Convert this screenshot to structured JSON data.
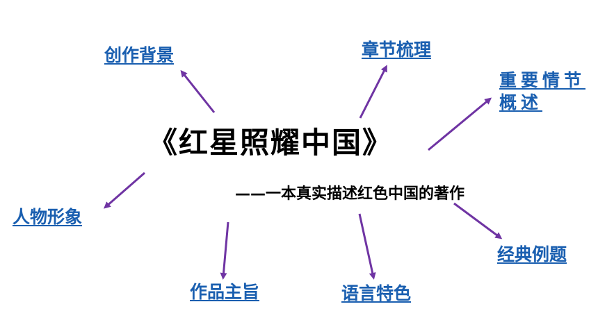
{
  "title": "《红星照耀中国》",
  "subtitle": "——一本真实描述红色中国的著作",
  "colors": {
    "arrow": "#6f34a3",
    "link": "#1a5fb0",
    "text": "#000000"
  },
  "links": {
    "creation_background": "创作背景",
    "chapter_outline": "章节梳理",
    "key_plot_summary": "重要情节概述",
    "characters": "人物形象",
    "theme": "作品主旨",
    "language_features": "语言特色",
    "classic_exercises": "经典例题"
  }
}
